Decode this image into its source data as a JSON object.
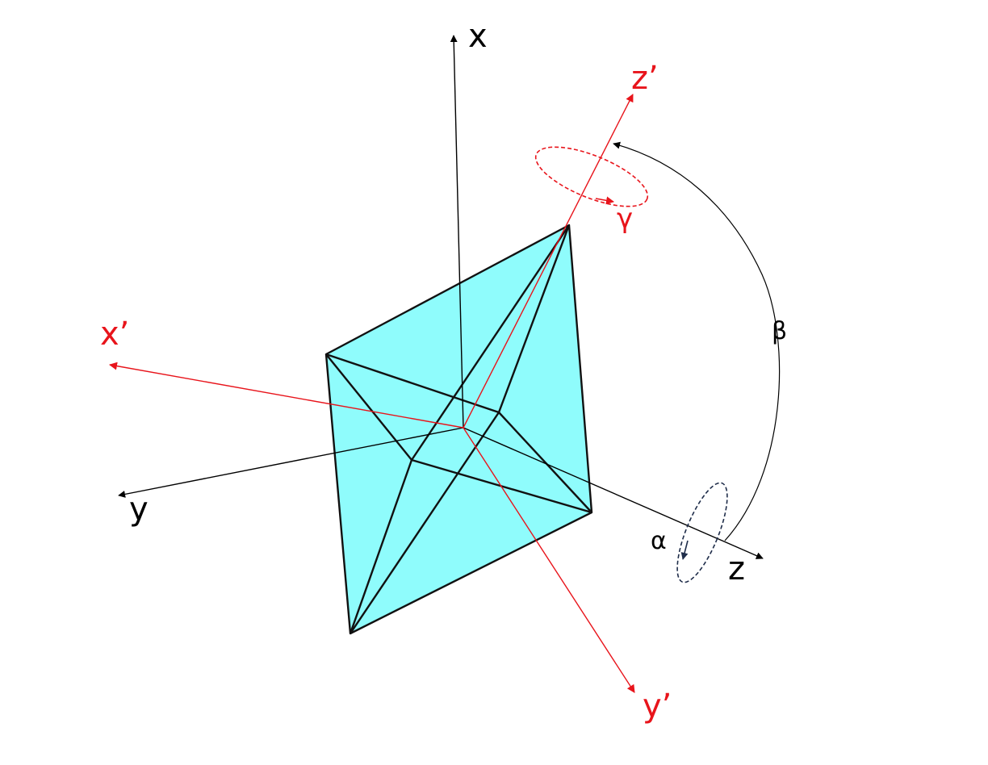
{
  "labels": {
    "x": "x",
    "y": "y",
    "z": "z",
    "x_prime": "x’",
    "y_prime": "y’",
    "z_prime": "z’",
    "alpha": "α",
    "beta": "β",
    "gamma": "γ"
  },
  "colors": {
    "original_axes": "#000000",
    "rotated_axes": "#e8141b",
    "octahedron_fill": "#8ffcfc",
    "octahedron_edges": "#111111",
    "alpha_rotation_marker": "#1f2d4a",
    "gamma_rotation_marker": "#e8141b"
  }
}
